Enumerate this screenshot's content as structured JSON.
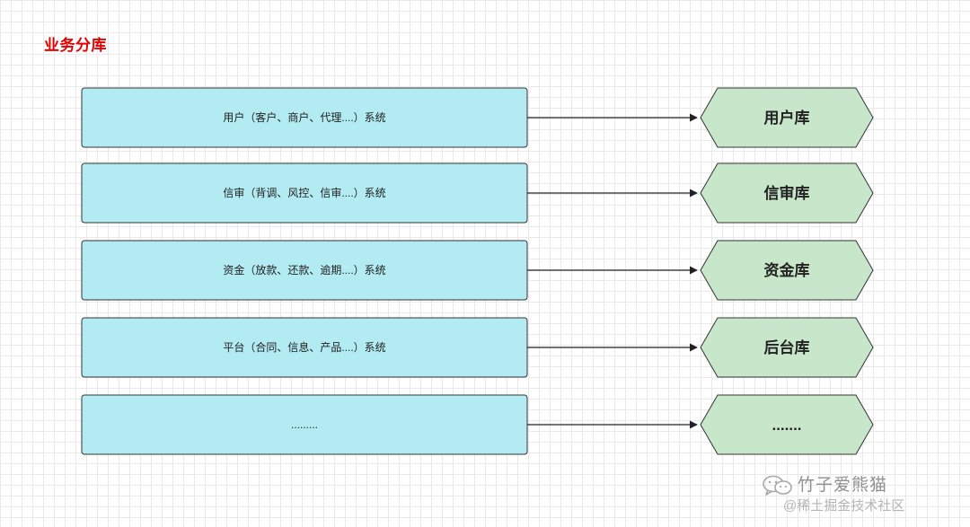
{
  "title": "业务分库",
  "rows": [
    {
      "system_label": "用户（客户、商户、代理....）系统",
      "database_label": "用户库"
    },
    {
      "system_label": "信审（背调、风控、信审....）系统",
      "database_label": "信审库"
    },
    {
      "system_label": "资金（放款、还款、逾期....）系统",
      "database_label": "资金库"
    },
    {
      "system_label": "平台（合同、信息、产品....）系统",
      "database_label": "后台库"
    },
    {
      "system_label": ".........",
      "database_label": "......."
    }
  ],
  "watermark": {
    "name": "竹子爱熊猫",
    "sub": "@稀土掘金技术社区",
    "icon": "wechat-icon"
  },
  "colors": {
    "title": "#e60000",
    "system_fill": "#b2ebf2",
    "database_fill": "#c8e6c9",
    "stroke": "#333333"
  }
}
